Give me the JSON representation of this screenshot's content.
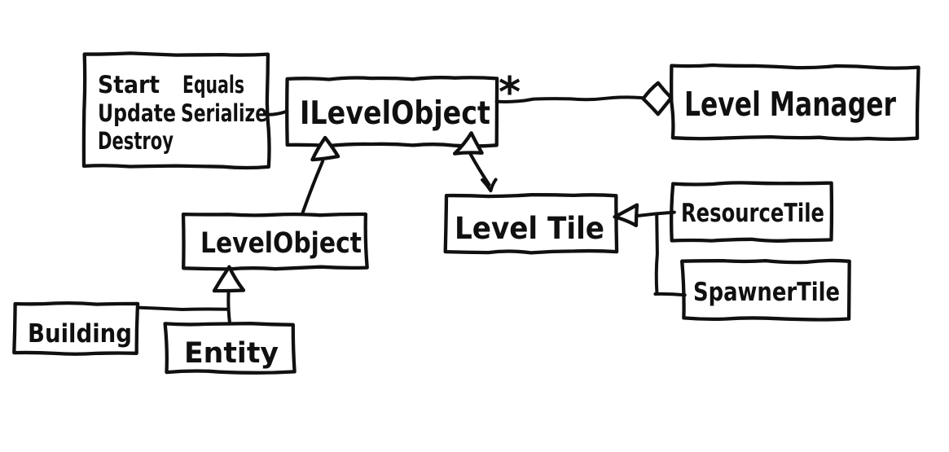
{
  "diagram": {
    "note": {
      "col1": [
        "Start",
        "Update",
        "Destroy"
      ],
      "col2": [
        "Equals",
        "Serialize"
      ]
    },
    "nodes": {
      "ilevelobject": "ILevelObject",
      "levelmanager": "Level Manager",
      "levelobject": "LevelObject",
      "leveltile": "Level Tile",
      "resourcetile": "ResourceTile",
      "spawnertile": "SpawnerTile",
      "building": "Building",
      "entity": "Entity"
    },
    "multiplicity": "*",
    "colors": {
      "ink": "#101010",
      "background": "#ffffff"
    }
  }
}
